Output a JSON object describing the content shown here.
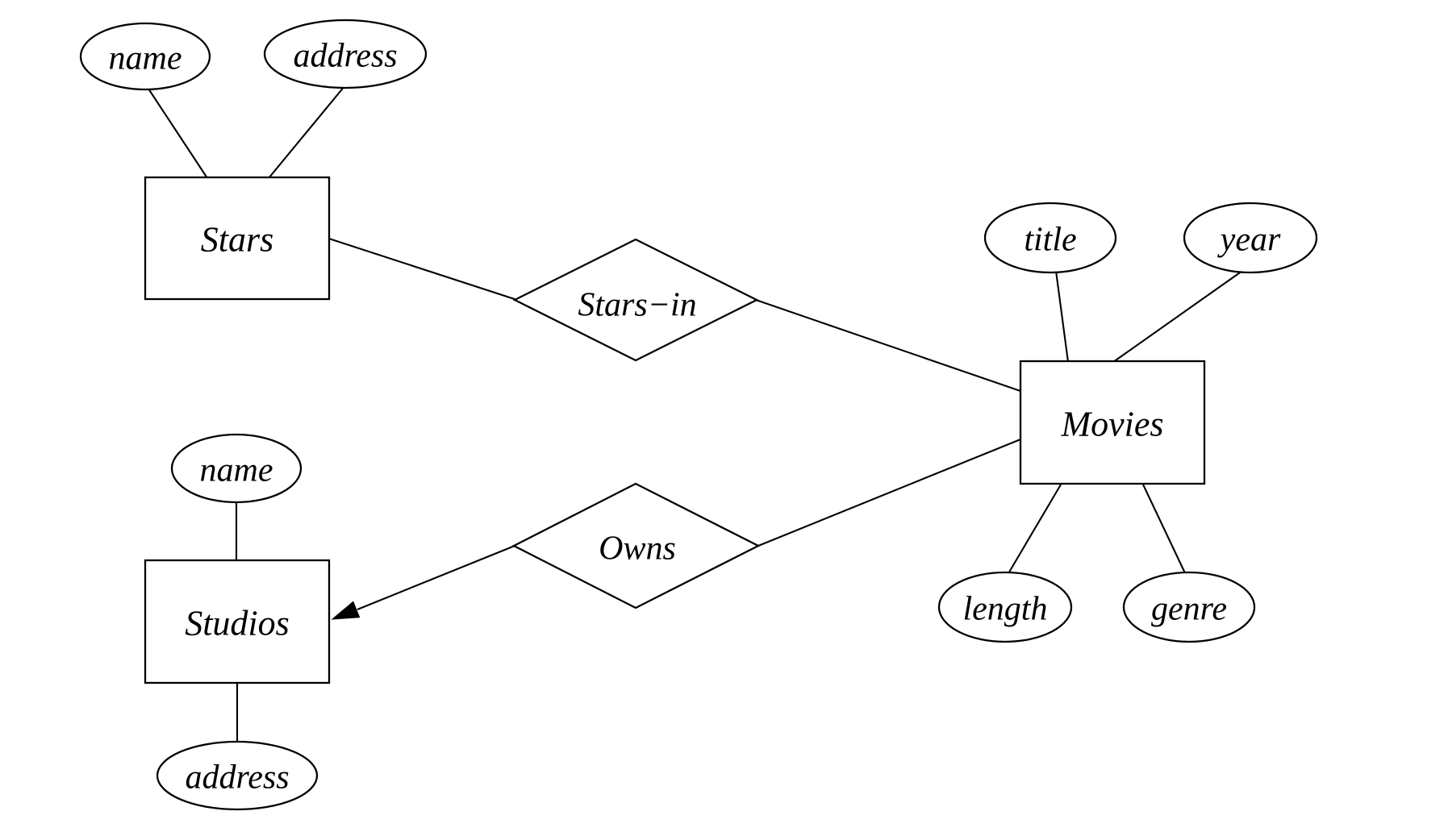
{
  "diagram": {
    "kind": "entity-relationship-diagram",
    "colors": {
      "background": "#ffffff",
      "stroke": "#000000",
      "text": "#000000"
    },
    "entities": [
      {
        "label": "Stars",
        "attributes": [
          "name",
          "address"
        ]
      },
      {
        "label": "Movies",
        "attributes": [
          "title",
          "year",
          "length",
          "genre"
        ]
      },
      {
        "label": "Studios",
        "attributes": [
          "name",
          "address"
        ]
      }
    ],
    "relationships": [
      {
        "label": "Stars−in",
        "between": [
          "Stars",
          "Movies"
        ]
      },
      {
        "label": "Owns",
        "between": [
          "Movies",
          "Studios"
        ],
        "arrow_into": "Studios"
      }
    ]
  }
}
